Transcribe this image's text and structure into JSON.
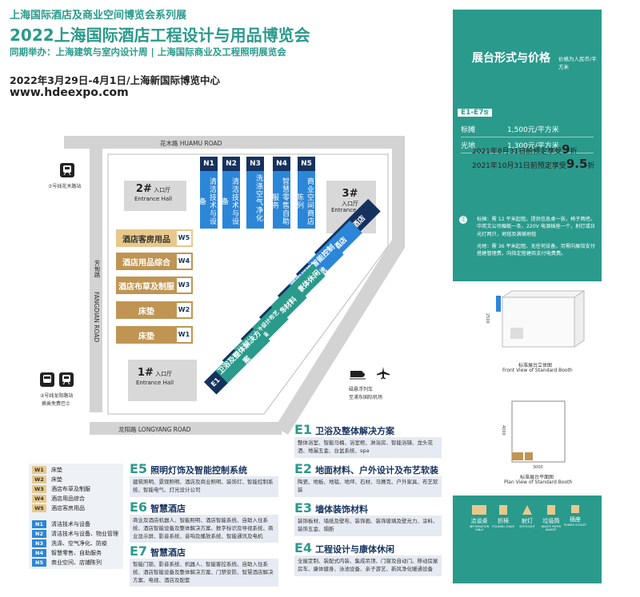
{
  "header": {
    "series": "上海国际酒店及商业空间博览会系列展",
    "title": "2022上海国际酒店工程设计与用品博览会",
    "concurrent": "同期举办：上海建筑与室内设计周 | 上海国际商业及工程照明展览会",
    "date": "2022年3月29日-4月1日/上海新国际博览中心",
    "url": "www.hdeexpo.com"
  },
  "map": {
    "roads": {
      "huamu": "花木路 HUAMU ROAD",
      "fangdian_cn": "芳甸路",
      "fangdian_en": "FANGDIAN ROAD",
      "longyang": "龙阳路 LONGYANG ROAD"
    },
    "entrances": [
      {
        "num": "2#",
        "cn": "入口厅",
        "en": "Entrance Hall"
      },
      {
        "num": "3#",
        "cn": "入口厅",
        "en": "Entrance Hall"
      },
      {
        "num": "1#",
        "cn": "入口厅",
        "en": "Entrance Hall"
      }
    ],
    "n_halls": [
      {
        "tag": "N1",
        "text": "清洁技术与设备"
      },
      {
        "tag": "N2",
        "text": "清洁技术与设备"
      },
      {
        "tag": "N3",
        "text": "洗涤空气净化"
      },
      {
        "tag": "N4",
        "text": "智慧零售自助服务"
      },
      {
        "tag": "N5",
        "text": "商业空间商店陈列"
      }
    ],
    "w_halls": [
      {
        "tag": "W5",
        "text": "酒店客房用品"
      },
      {
        "tag": "W4",
        "text": "酒店用品综合"
      },
      {
        "tag": "W3",
        "text": "酒店布草及制服"
      },
      {
        "tag": "W2",
        "text": "床垫"
      },
      {
        "tag": "W1",
        "text": "床垫"
      }
    ],
    "e_halls": [
      {
        "tag": "E7",
        "text": "智慧酒店"
      },
      {
        "tag": "E6",
        "text": "智慧酒店"
      },
      {
        "tag": "E5",
        "text": "照明灯饰智能控制系统"
      },
      {
        "tag": "E4",
        "text": "工程设计康体休闲"
      },
      {
        "tag": "E3",
        "text": "墙体装饰材料"
      },
      {
        "tag": "E2",
        "text": "地面材料户外设计布艺软装"
      },
      {
        "tag": "E1",
        "text": "卫浴及整体解决方案"
      }
    ],
    "metro_left": "⑦号线花木路站",
    "metro_bottom_line": "②号线龙阳路站",
    "metro_bottom_bus": "换乘免费巴士",
    "maglev": "磁悬浮列车",
    "airport": "至浦东国际机场"
  },
  "legend": [
    {
      "tag": "W1",
      "text": "床垫",
      "color": "#e8c98c"
    },
    {
      "tag": "W2",
      "text": "床垫",
      "color": "#e8c98c"
    },
    {
      "tag": "W3",
      "text": "酒店布草及制服",
      "color": "#e8c98c"
    },
    {
      "tag": "W4",
      "text": "酒店用品综合",
      "color": "#e8c98c"
    },
    {
      "tag": "W5",
      "text": "酒店客房用品",
      "color": "#e8c98c"
    },
    {
      "tag": "N1",
      "text": "清洁技术与设备",
      "color": "#2b86d8"
    },
    {
      "tag": "N2",
      "text": "清洁技术与设备、物业管理",
      "color": "#2b86d8"
    },
    {
      "tag": "N3",
      "text": "洗涤、空气净化、防疫",
      "color": "#2b86d8"
    },
    {
      "tag": "N4",
      "text": "智慧零售、自助服务",
      "color": "#2b86d8"
    },
    {
      "tag": "N5",
      "text": "商业空间、店铺陈列",
      "color": "#2b86d8"
    }
  ],
  "sections": {
    "e5": {
      "num": "E5",
      "title": "照明灯饰及智能控制系统",
      "desc": "建筑照明、景观照明、酒店及商业照明、装饰灯、智能控制系统、智能电气、灯光设计公司"
    },
    "e6": {
      "num": "E6",
      "title": "智慧酒店",
      "desc": "商业及酒店机器人、智能照明、酒店智能系统、自助入住系统、酒店智能设备及整体解决方案、数字标识及导视系统、商业显示屏、影音系统、音响及播放系统、智能通讯及电机"
    },
    "e7": {
      "num": "E7",
      "title": "智慧酒店",
      "desc": "智能门锁、影音系统、机器人、智能客控系统、自助入住系统、酒店智能设备及整体解决方案、门禁安防、智慧酒店解决方案、电视、酒店及配套"
    },
    "e1": {
      "num": "E1",
      "title": "卫浴及整体解决方案",
      "desc": "整体浴室、智能马桶、浴室柜、淋浴房、智能浴镜、龙头花洒、地漏五金、台盆系统、spa"
    },
    "e2": {
      "num": "E2",
      "title": "地面材料、户外设计及布艺软装",
      "desc": "陶瓷、地板、地毯、地坪、石材、马赛克、户外家具、布艺软装"
    },
    "e3": {
      "num": "E3",
      "title": "墙体装饰材料",
      "desc": "装饰板材、墙纸及壁布、装饰画、装饰玻璃及壁光力、涂料、装饰五金、隔断"
    },
    "e4": {
      "num": "E4",
      "title": "工程设计与康体休闲",
      "desc": "全屋定制、装配式内装、集成吊顶、门窗及自动门、移动房屋房车、康体健身、泳池设备、亲子游艺、新风净化暖通设备"
    }
  },
  "panel": {
    "title": "展台形式与价格",
    "unit": "价格为人民币/平方米",
    "range": "E1-E7",
    "range_suffix": "馆",
    "prices": [
      {
        "label": "标摊",
        "value": "1,500元/平方米"
      },
      {
        "label": "光地",
        "value": "1,300元/平方米"
      }
    ],
    "promo1_text": "2021年8月31日前预定享受",
    "promo1_discount": "9",
    "promo1_unit": "折",
    "promo2_text": "2021年10月31日前预定享受",
    "promo2_discount": "9.5",
    "promo2_unit": "折",
    "note_label": "注",
    "note1": "标摊：需 12 平米起租，提供信息桌一张，椅子两把，中英文公司楣板一条，220V 电源插座一个，射灯或日光灯两只，地毯及满铺地毯",
    "note2": "光地：需 36 平米起租，无任何设备，另需向展馆支付搭建管理费，向指定搭建商支付电费费。",
    "booth_dim_h": "2500",
    "front_caption_cn": "标准展台立体图",
    "front_caption_en": "Front View of Standard Booth",
    "plan_dim_v": "4000",
    "plan_dim_h": "3000",
    "plan_caption_cn": "标准展台平面图",
    "plan_caption_en": "Plan View of Standard Booth",
    "icons": [
      {
        "cn": "洽谈桌",
        "en": "INFORMATION TABLE"
      },
      {
        "cn": "折椅",
        "en": "FOLDING CHAIR"
      },
      {
        "cn": "射灯",
        "en": "SPOTLIGHT"
      },
      {
        "cn": "垃圾筒",
        "en": "WASTE PAPER BASKET"
      },
      {
        "cn": "插座",
        "en": "POWER SOCKET"
      }
    ]
  }
}
